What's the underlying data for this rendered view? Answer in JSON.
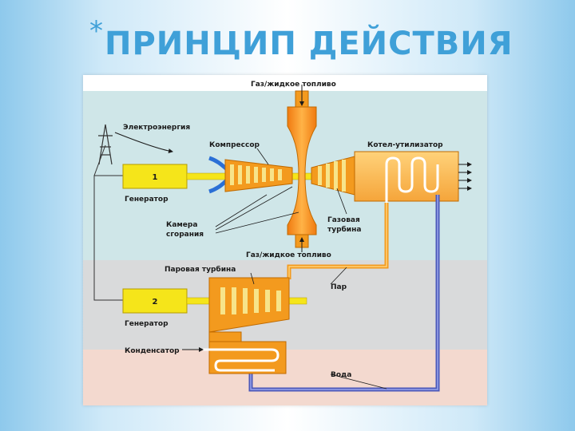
{
  "title": {
    "bullet": "*",
    "text": "ПРИНЦИП ДЕЙСТВИЯ"
  },
  "diagram": {
    "labels": {
      "fuel_top": "Газ/жидкое топливо",
      "electricity": "Электроэнергия",
      "compressor": "Компрессор",
      "heat_boiler": "Котел-утилизатор",
      "generator1_num": "1",
      "generator1": "Генератор",
      "gas_turbine_1": "Газовая",
      "gas_turbine_2": "турбина",
      "combustion_1": "Камера",
      "combustion_2": "сгорания",
      "fuel_bottom": "Газ/жидкое топливо",
      "steam_turbine": "Паровая турбина",
      "steam": "Пар",
      "generator2_num": "2",
      "generator2": "Генератор",
      "condenser": "Конденсатор",
      "water": "Вода"
    },
    "colors": {
      "zone_top": "#cfe6e8",
      "zone_middle": "#d9dadb",
      "zone_bottom": "#f3d9cf",
      "generator": "#f5e51a",
      "orange": "#f39a1e",
      "blue_pipe": "#4b58b8"
    }
  }
}
